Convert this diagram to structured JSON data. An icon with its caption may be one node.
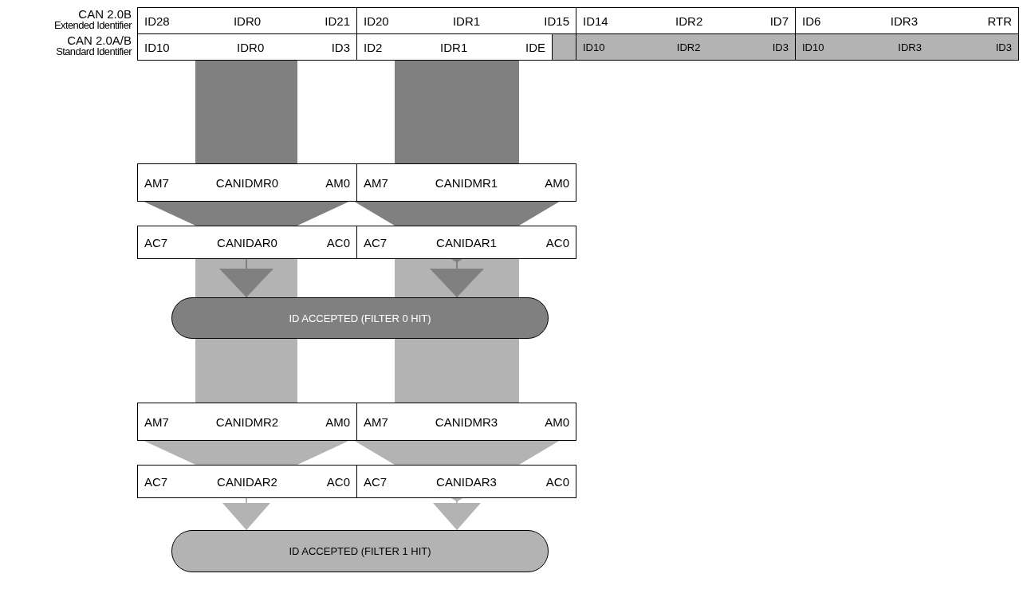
{
  "diagram": {
    "nodes": [
      {
        "text": [
          "ID28",
          "IDR0",
          "ID21"
        ]
      },
      {
        "text": [
          "ID20",
          "IDR1",
          "ID15"
        ]
      },
      {
        "text": [
          "ID14",
          "IDR2",
          "ID7"
        ]
      },
      {
        "text": [
          "ID6",
          "IDR3",
          "RTR"
        ]
      },
      {
        "text": [
          "ID10",
          "IDR0",
          "ID3"
        ]
      },
      {
        "text": [
          "ID2",
          "IDR1",
          "IDE"
        ]
      },
      {
        "text": [],
        "shape": "box"
      },
      {
        "text": [
          "ID10",
          "IDR2",
          "ID3"
        ]
      },
      {
        "text": [
          "ID10",
          "IDR3",
          "ID3"
        ]
      },
      {
        "text": [
          "AM7",
          "CANIDMR0",
          "AM0"
        ]
      },
      {
        "text": [
          "AM7",
          "CANIDMR1",
          "AM0"
        ]
      },
      {
        "text": [
          "AC7",
          "CANIDAR0",
          "AC0"
        ]
      },
      {
        "text": [
          "AC7",
          "CANIDAR1",
          "AC0"
        ]
      },
      {
        "text": [
          "ID ACCEPTED (FILTER 0 HIT)"
        ]
      },
      {
        "text": [
          "AM7",
          "CANIDMR2",
          "AM0"
        ]
      },
      {
        "text": [
          "AM7",
          "CANIDMR3",
          "AM0"
        ]
      },
      {
        "text": [
          "AC7",
          "CANIDAR2",
          "AC0"
        ]
      },
      {
        "text": [
          "AC7",
          "CANIDAR3",
          "AC0"
        ]
      },
      {
        "text": [
          "ID ACCEPTED (FILTER 1 HIT)"
        ]
      }
    ],
    "edges": [
      {
        "from": 4,
        "to": 9,
        "arrow": "none",
        "style": "thick"
      },
      {
        "from": 5,
        "to": 10,
        "arrow": "none",
        "style": "thick"
      },
      {
        "from": 9,
        "to": 11,
        "arrow": "to"
      },
      {
        "from": 10,
        "to": 12,
        "arrow": "to"
      },
      {
        "from": 11,
        "to": 13,
        "arrow": "to"
      },
      {
        "from": 12,
        "to": 13,
        "arrow": "to"
      },
      {
        "from": 11,
        "to": 13,
        "arrow": "none",
        "style": "thick",
        "color": "#b3b3b3"
      },
      {
        "from": 12,
        "to": 13,
        "arrow": "none",
        "style": "thick",
        "color": "#b3b3b3"
      },
      {
        "from": 13,
        "to": 14,
        "arrow": "none",
        "style": "thick",
        "color": "#b3b3b3"
      },
      {
        "from": 13,
        "to": 15,
        "arrow": "none",
        "style": "thick",
        "color": "#b3b3b3"
      },
      {
        "from": 14,
        "to": 16,
        "arrow": "to",
        "color": "#b3b3b3"
      },
      {
        "from": 15,
        "to": 17,
        "arrow": "to",
        "color": "#b3b3b3"
      },
      {
        "from": 16,
        "to": 18,
        "arrow": "to",
        "color": "#b3b3b3"
      },
      {
        "from": 17,
        "to": 18,
        "arrow": "to",
        "color": "#b3b3b3"
      }
    ],
    "labels": [
      "CAN 2.0B",
      "Extended Identifier",
      "CAN 2.0A/B",
      "Standard Identifier"
    ]
  }
}
